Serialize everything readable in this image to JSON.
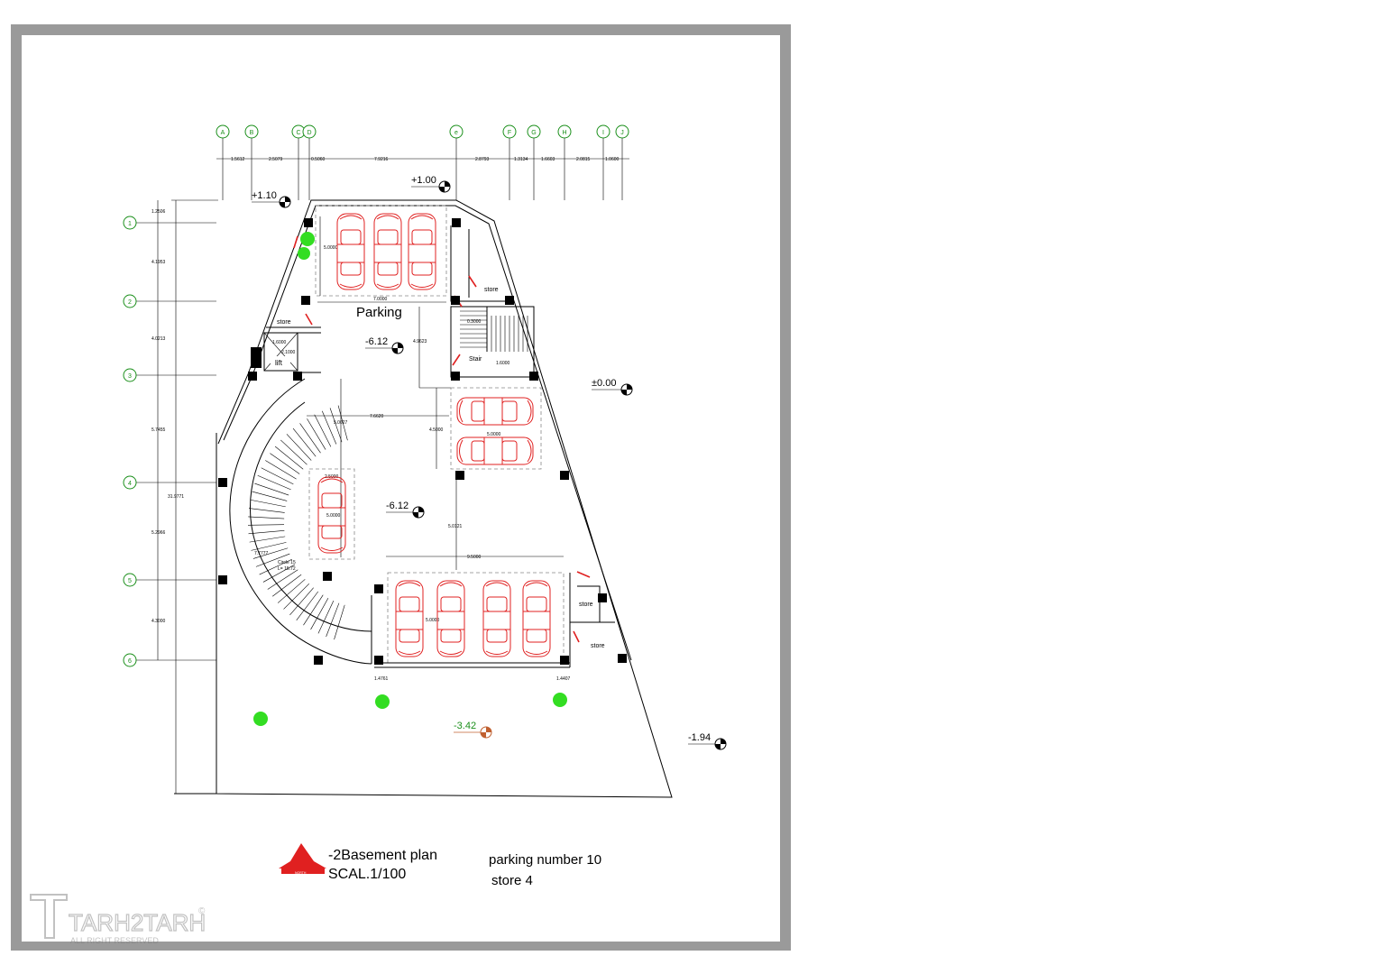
{
  "axes_top": [
    "A",
    "B",
    "C",
    "D",
    "e",
    "F",
    "G",
    "H",
    "I",
    "J"
  ],
  "axes_left": [
    "1",
    "2",
    "3",
    "4",
    "5",
    "6"
  ],
  "dims_top": [
    "1.5612",
    "2.5079",
    "0.5060",
    "7.9216",
    "2.8793",
    "1.3134",
    "1.6603",
    "2.0815",
    "1.0600"
  ],
  "dims_left": [
    "1.2506",
    "4.1953",
    "4.0213",
    "5.7455",
    "5.2966",
    "4.3000"
  ],
  "dim_total": "31.9771",
  "levels": {
    "plus_1_10": "+1.10",
    "plus_1_00": "+1.00",
    "minus_6_12_a": "-6.12",
    "zero": "±0.00",
    "minus_6_12_b": "-6.12",
    "minus_3_42": "-3.42",
    "minus_1_94": "-1.94"
  },
  "labels": {
    "parking": "Parking",
    "store_1": "store",
    "store_2": "store",
    "store_3": "store",
    "store_4": "store",
    "stair": "Stair",
    "lift": "lift"
  },
  "inner_dims": {
    "d_7000": "7.0000",
    "d_5000_top": "5.0000",
    "d_49623": "4.9623",
    "d_76620": "7.6620",
    "d_45000": "4.5000",
    "d_5000_right": "5.0000",
    "d_50027": "5.0027",
    "d_25000": "2.5000",
    "d_5000_mid": "5.0000",
    "d_50121": "5.0121",
    "d_95000": "9.5000",
    "d_5000_bottom": "5.0000",
    "d_14761": "1.4761",
    "d_14407": "1.4407",
    "d_3000": "0.3000",
    "d_6000": "1.6000",
    "d_lift1": "1.6000",
    "d_lift2": "2.1000",
    "d_7777": "7.7777",
    "ramp_note1": "Circle 15",
    "ramp_note2": "L= 15.72"
  },
  "title": {
    "plan": "-2Basement plan",
    "scale": "SCAL.1/100",
    "parking_count": "parking number 10",
    "store_count": "store 4",
    "north": "NORTH"
  },
  "watermark": {
    "brand": "TARH2TARH",
    "copy": "©",
    "rights": "ALL RIGHT RESERVED"
  },
  "colors": {
    "car": "#e02020",
    "axis": "#1a8f1a",
    "tree": "#33dd22",
    "level_minus_3_42": "#c06030"
  }
}
